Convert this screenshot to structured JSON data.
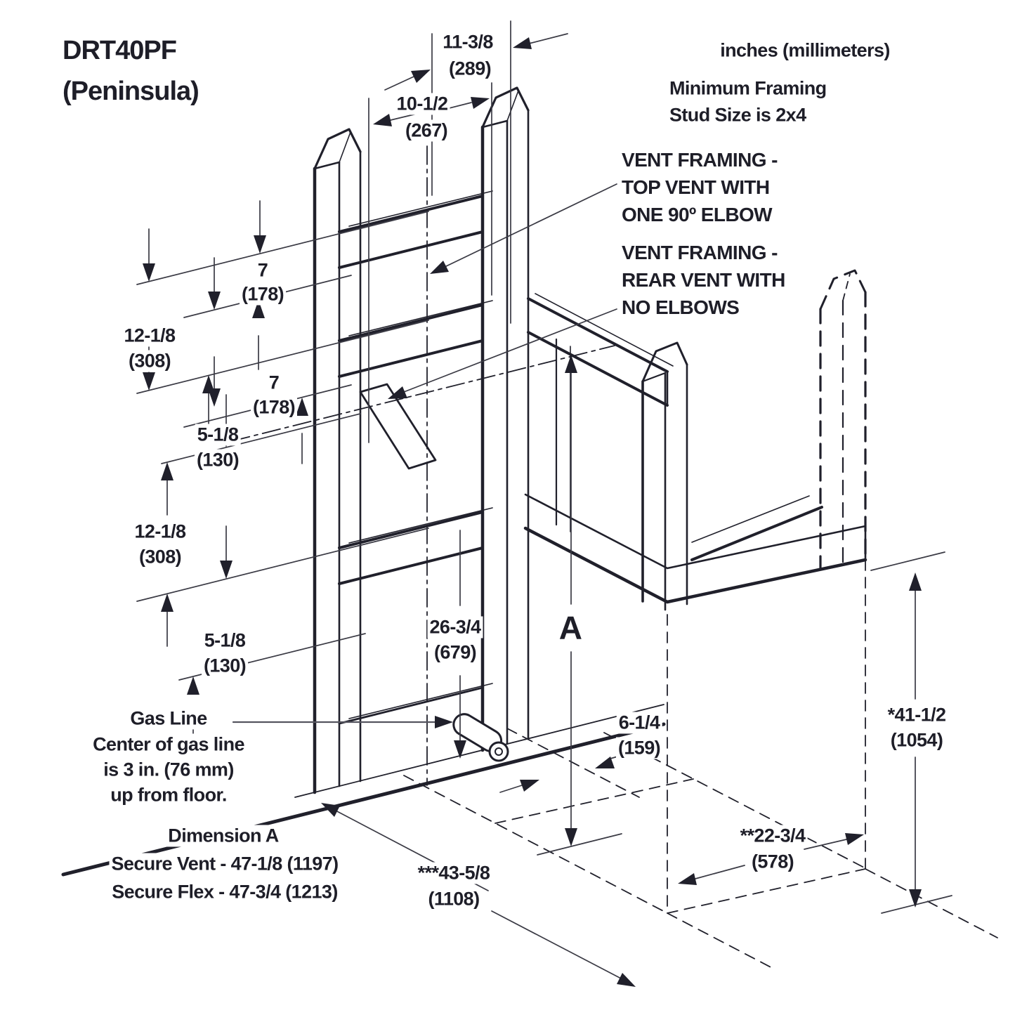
{
  "title": {
    "model": "DRT40PF",
    "variant": "(Peninsula)"
  },
  "notes": {
    "units": "inches (millimeters)",
    "stud1": "Minimum Framing",
    "stud2": "Stud Size is 2x4"
  },
  "callouts": {
    "top_vent": {
      "l1": "VENT FRAMING -",
      "l2": "TOP VENT WITH",
      "l3": "ONE 90º ELBOW"
    },
    "rear_vent": {
      "l1": "VENT FRAMING -",
      "l2": "REAR VENT WITH",
      "l3": "NO ELBOWS"
    }
  },
  "gas": {
    "l1": "Gas Line",
    "l2": "Center of gas line",
    "l3": "is 3 in. (76 mm)",
    "l4": "up from floor."
  },
  "dim_a_table": {
    "l1": "Dimension A",
    "l2": "Secure Vent - 47-1/8 (1197)",
    "l3": "Secure Flex - 47-3/4 (1213)"
  },
  "dims": {
    "top_width": {
      "in": "11-3/8",
      "mm": "(289)"
    },
    "inner_width": {
      "in": "10-1/2",
      "mm": "(267)"
    },
    "header1": {
      "in": "7",
      "mm": "(178)"
    },
    "gap1": {
      "in": "12-1/8",
      "mm": "(308)"
    },
    "header2": {
      "in": "7",
      "mm": "(178)"
    },
    "gap2": {
      "in": "5-1/8",
      "mm": "(130)"
    },
    "gap3": {
      "in": "12-1/8",
      "mm": "(308)"
    },
    "gap4": {
      "in": "5-1/8",
      "mm": "(130)"
    },
    "opening_height": {
      "in": "26-3/4",
      "mm": "(679)"
    },
    "a": "A",
    "offset": {
      "in": "6-1/4",
      "mm": "(159)"
    },
    "chase_height": {
      "in": "*41-1/2",
      "mm": "(1054)"
    },
    "depth": {
      "in": "***43-5/8",
      "mm": "(1108)"
    },
    "chase_width": {
      "in": "**22-3/4",
      "mm": "(578)"
    }
  },
  "colors": {
    "ink": "#20202b",
    "thin_line": "#3a3a44",
    "leader": "#55555f"
  }
}
